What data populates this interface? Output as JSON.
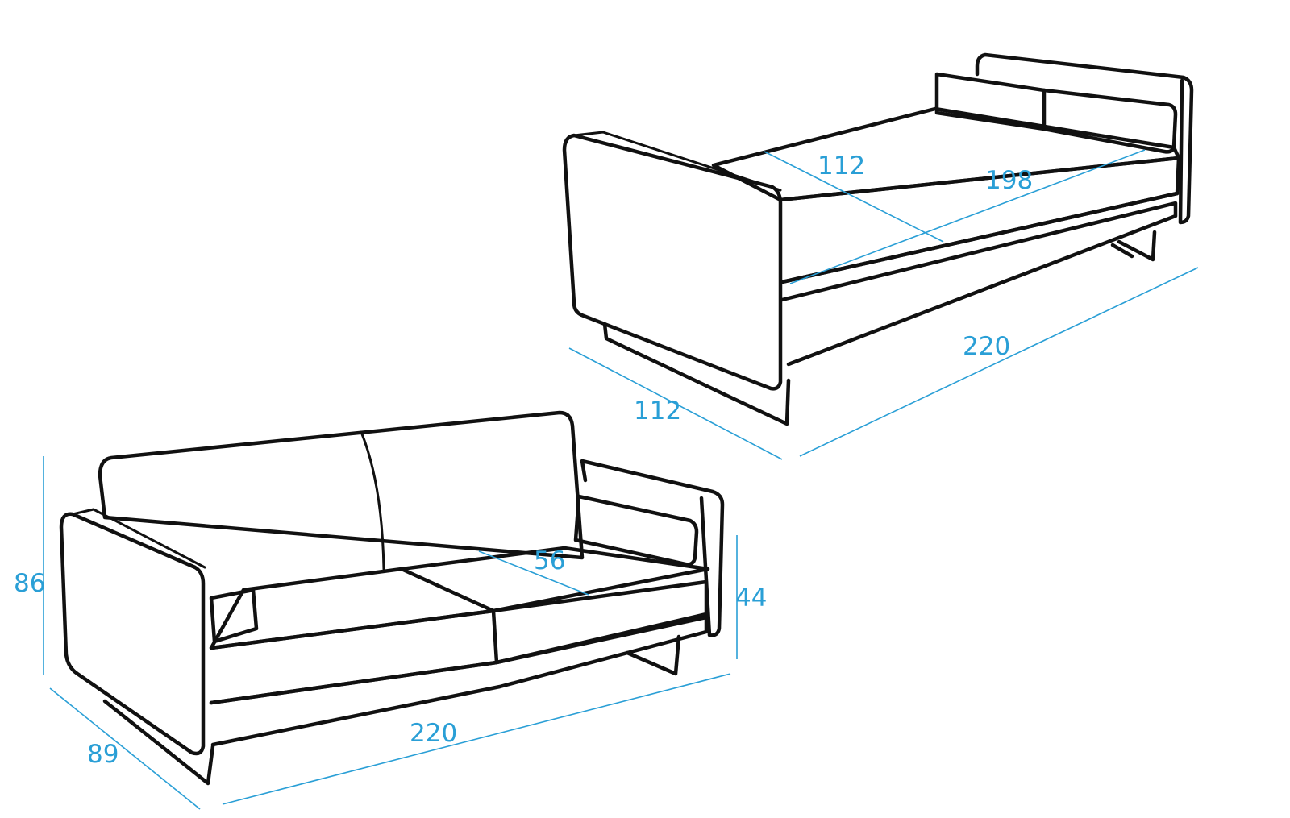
{
  "colors": {
    "line": "#111111",
    "dimension": "#2a9fd6",
    "background": "#ffffff"
  },
  "bed_view": {
    "depth_label": "112",
    "length_label": "220",
    "mattress_width_label": "112",
    "mattress_length_label": "198"
  },
  "sofa_view": {
    "height_label": "86",
    "depth_label": "89",
    "length_label": "220",
    "seat_depth_label": "56",
    "seat_height_label": "44"
  }
}
